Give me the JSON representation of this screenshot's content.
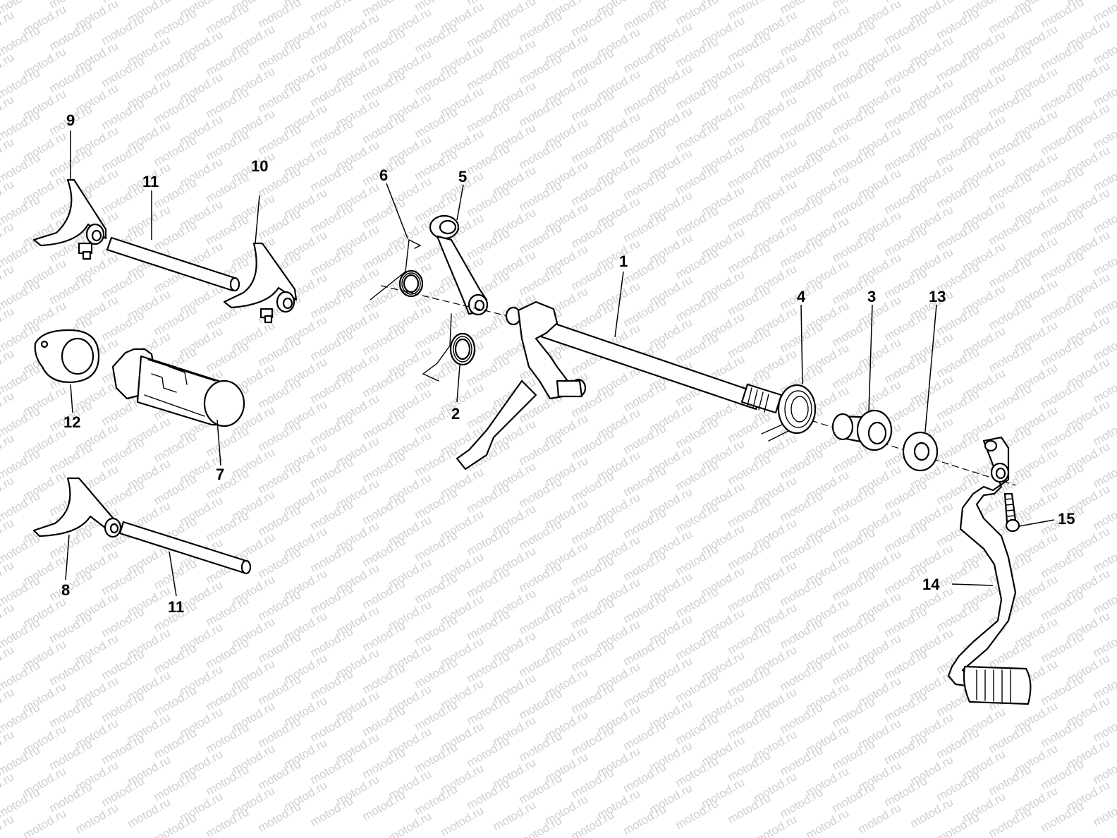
{
  "watermark": "motod.ru",
  "callouts": [
    {
      "id": "1",
      "label": "1"
    },
    {
      "id": "2",
      "label": "2"
    },
    {
      "id": "3",
      "label": "3"
    },
    {
      "id": "4",
      "label": "4"
    },
    {
      "id": "5",
      "label": "5"
    },
    {
      "id": "6",
      "label": "6"
    },
    {
      "id": "7",
      "label": "7"
    },
    {
      "id": "8",
      "label": "8"
    },
    {
      "id": "9",
      "label": "9"
    },
    {
      "id": "10",
      "label": "10"
    },
    {
      "id": "11a",
      "label": "11"
    },
    {
      "id": "11b",
      "label": "11"
    },
    {
      "id": "12",
      "label": "12"
    },
    {
      "id": "13",
      "label": "13"
    },
    {
      "id": "14",
      "label": "14"
    },
    {
      "id": "15",
      "label": "15"
    }
  ]
}
